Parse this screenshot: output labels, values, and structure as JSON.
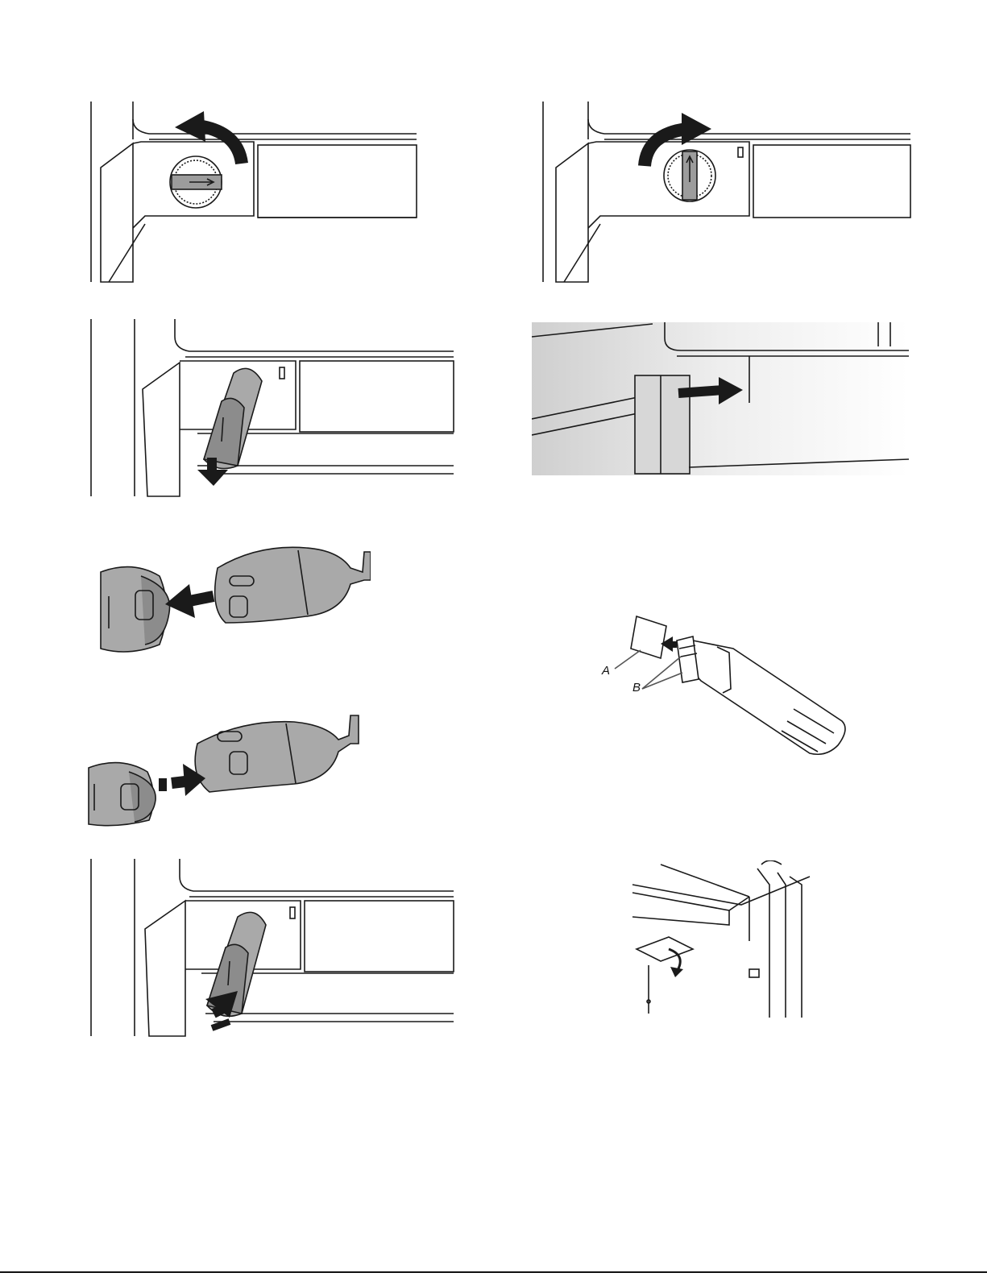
{
  "figures": [
    {
      "id": "unlock-dial",
      "arrow": "counterclockwise"
    },
    {
      "id": "lock-dial",
      "arrow": "clockwise"
    },
    {
      "id": "pull-filter",
      "arrow": "down"
    },
    {
      "id": "slide-bin",
      "arrow": "right"
    },
    {
      "id": "remove-cap",
      "arrow": "left"
    },
    {
      "id": "remove-seal",
      "labels": {
        "a": "A",
        "b": "B"
      }
    },
    {
      "id": "attach-cap",
      "arrow": "right"
    },
    {
      "id": "insert-filter",
      "arrow": "up"
    },
    {
      "id": "press-lever",
      "arrow": "curved-down"
    }
  ],
  "colors": {
    "line": "#1a1a1a",
    "filter_fill": "#a9a9a9",
    "filter_dark": "#8c8c8c",
    "arrow": "#1a1a1a",
    "wall_shade": "#dcdcdc"
  }
}
